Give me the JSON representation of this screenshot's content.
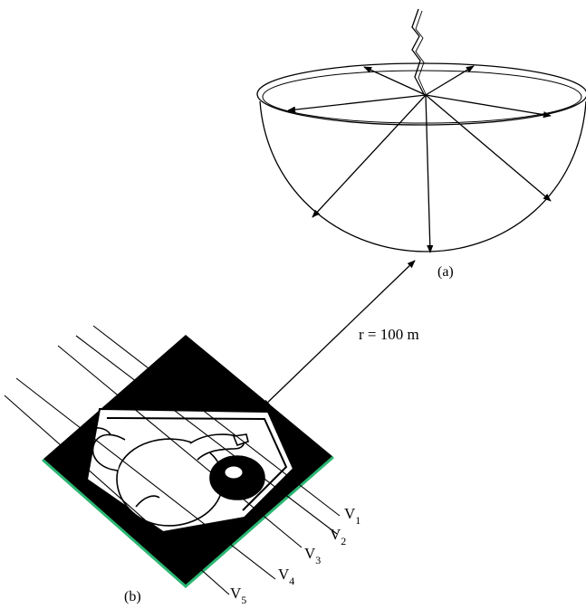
{
  "labels": {
    "panel_a": "(a)",
    "panel_b": "(b)",
    "distance": "r = 100 m"
  },
  "lines": [
    {
      "letter": "V",
      "sub": "1"
    },
    {
      "letter": "V",
      "sub": "2"
    },
    {
      "letter": "V",
      "sub": "3"
    },
    {
      "letter": "V",
      "sub": "4"
    },
    {
      "letter": "V",
      "sub": "5"
    }
  ],
  "colors": {
    "ink": "#000000",
    "carpet_edge": "#2bb673",
    "background": "#ffffff"
  }
}
